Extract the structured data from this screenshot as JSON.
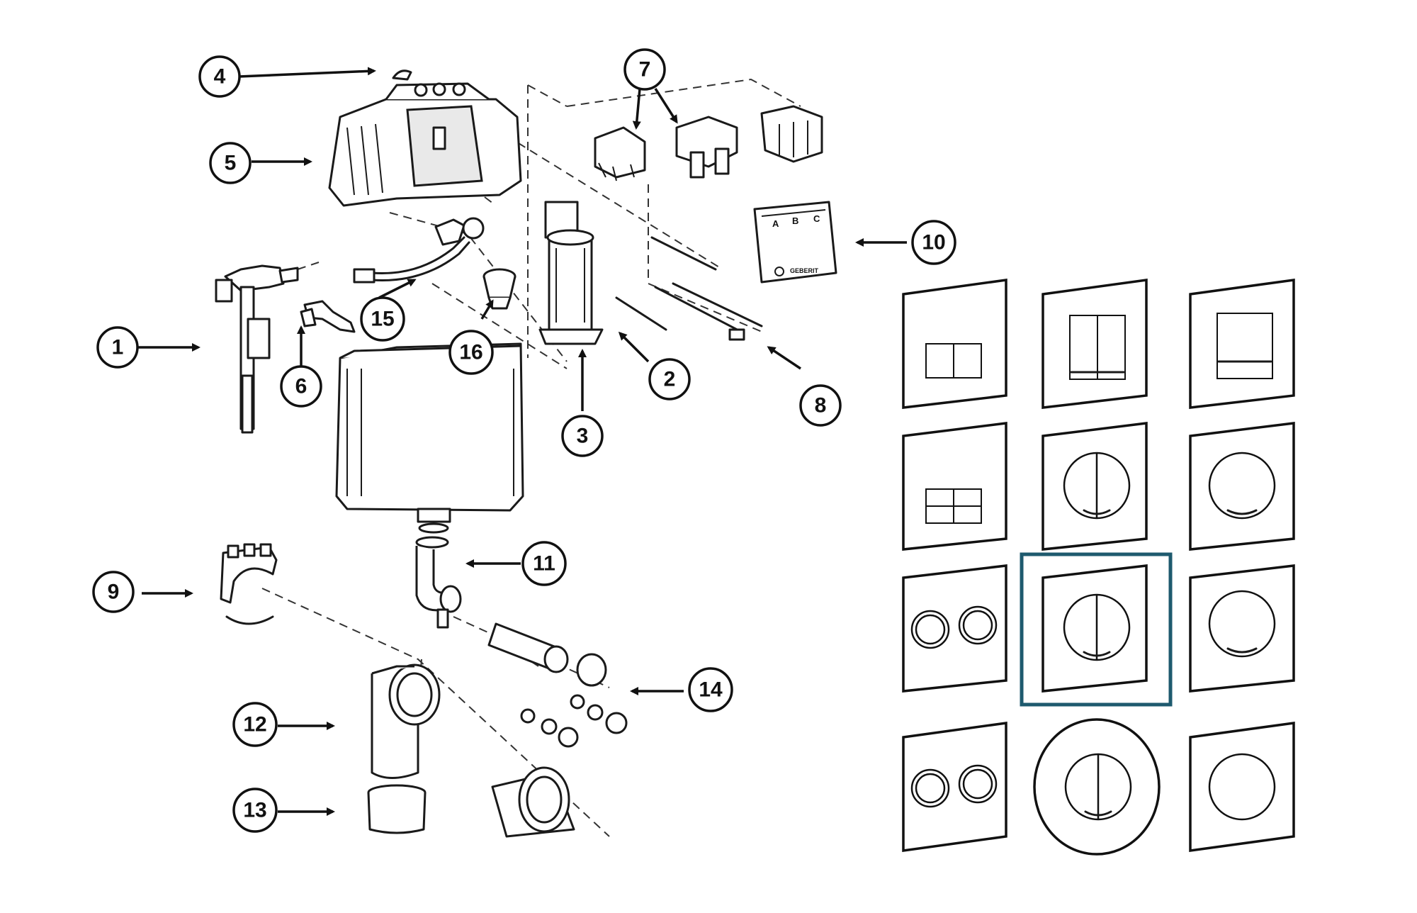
{
  "callouts": [
    "1",
    "2",
    "3",
    "4",
    "5",
    "6",
    "7",
    "8",
    "9",
    "10",
    "11",
    "12",
    "13",
    "14",
    "15",
    "16"
  ],
  "remote_box": {
    "keys": [
      "A",
      "B",
      "C"
    ],
    "brand": "GEBERIT"
  },
  "highlight_color": "#1e5a6e",
  "plates": {
    "count": 12,
    "selected_index": 7
  }
}
